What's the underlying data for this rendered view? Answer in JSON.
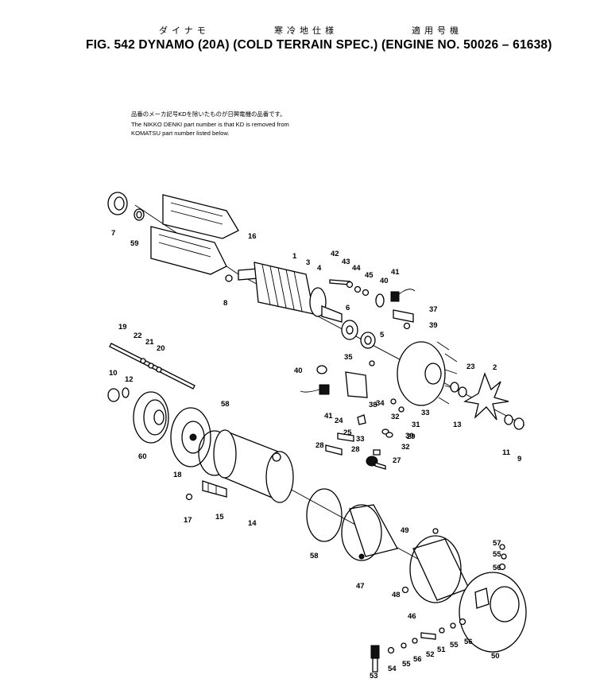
{
  "header": {
    "jp_left": "ダイナモ",
    "jp_mid": "寒冷地仕様",
    "jp_right": "適用号機",
    "title": "FIG. 542  DYNAMO (20A) (COLD TERRAIN SPEC.) (ENGINE NO. 50026 – 61638)"
  },
  "note": {
    "jp": "品番のメーカ記号KDを除いたものが日興電機の品番です。",
    "en_line1": "The NIKKO DENKI part number is that KD is removed from",
    "en_line2": "KOMATSU part number listed below."
  },
  "callouts": [
    "7",
    "59",
    "16",
    "1",
    "3",
    "4",
    "8",
    "42",
    "43",
    "44",
    "45",
    "40",
    "41",
    "37",
    "39",
    "6",
    "5",
    "35",
    "23",
    "2",
    "40",
    "38",
    "41",
    "34",
    "33",
    "24",
    "32",
    "31",
    "30",
    "29",
    "25",
    "33",
    "28",
    "28",
    "32",
    "27",
    "13",
    "11",
    "9",
    "19",
    "22",
    "21",
    "20",
    "10",
    "12",
    "60",
    "18",
    "58",
    "17",
    "15",
    "14",
    "58",
    "49",
    "47",
    "48",
    "46",
    "57",
    "55",
    "56",
    "53",
    "54",
    "55",
    "56",
    "52",
    "51",
    "55",
    "56",
    "50"
  ]
}
